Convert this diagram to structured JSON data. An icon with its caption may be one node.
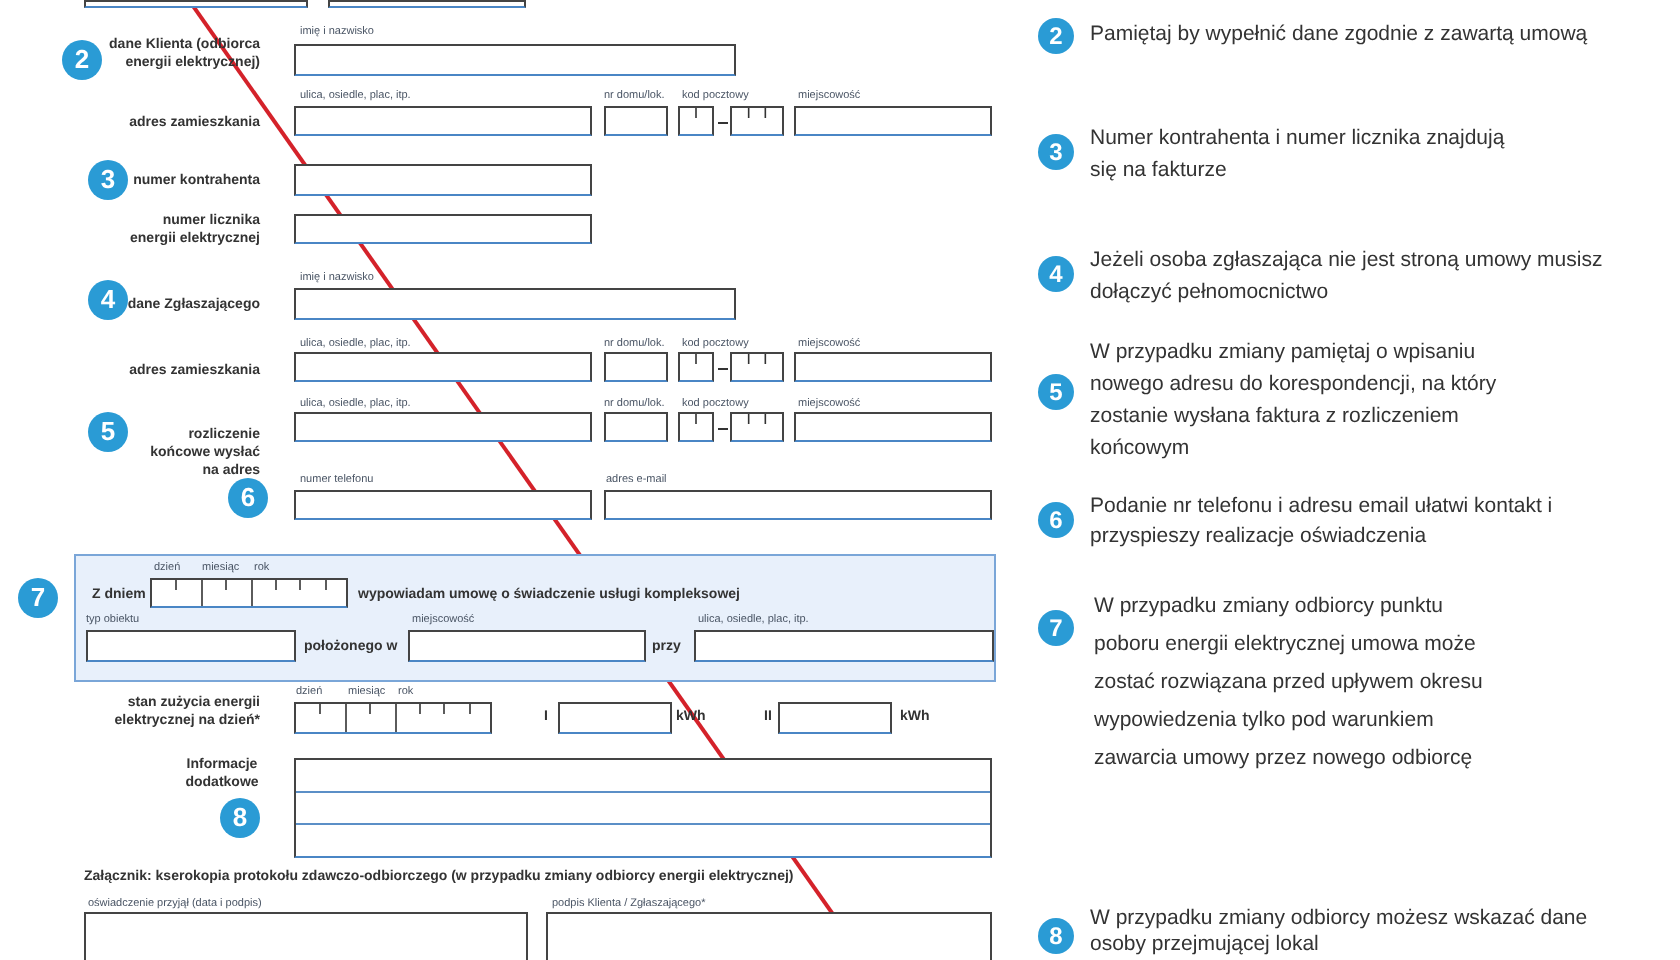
{
  "diagram": {
    "nodes": [
      {
        "text": [
          "2"
        ]
      },
      {
        "text": [
          "3"
        ]
      },
      {
        "text": [
          "4"
        ]
      },
      {
        "text": [
          "5"
        ]
      },
      {
        "text": [
          "6"
        ]
      },
      {
        "text": [
          "7"
        ]
      },
      {
        "text": [
          "dzień",
          "miesiąc",
          "rok",
          "Z dniem",
          "wypowiadam umowę o świadczenie usługi kompleksowej",
          "typ obiektu",
          "miejscowość",
          "ulica, osiedle, plac, itp.",
          "położonego w",
          "przy"
        ]
      },
      {
        "text": [
          "8"
        ]
      },
      {
        "text": [
          "2"
        ],
        "beside": [
          "Pamiętaj by wypełnić dane zgodnie z zawartą umową"
        ]
      },
      {
        "text": [
          "3"
        ],
        "beside": [
          "Numer kontrahenta i numer licznika znajdują się na fakturze"
        ]
      },
      {
        "text": [
          "4"
        ],
        "beside": [
          "Jeżeli osoba zgłaszająca nie jest stroną umowy musisz dołączyć pełnomocnictwo"
        ]
      },
      {
        "text": [
          "5"
        ],
        "beside": [
          "W przypadku zmiany pamiętaj o wpisaniu nowego adresu do korespondencji, na który zostanie wysłana faktura z rozliczeniem końcowym"
        ]
      },
      {
        "text": [
          "6"
        ],
        "beside": [
          "Podanie nr telefonu i adresu email ułatwi kontakt i przyspieszy realizacje oświadczenia"
        ]
      },
      {
        "text": [
          "7"
        ],
        "beside": [
          "W przypadku zmiany odbiorcy punktu poboru energii elektrycznej umowa może zostać rozwiązana przed upływem okresu wypowiedzenia tylko pod warunkiem zawarcia umowy przez nowego odbiorcę"
        ]
      },
      {
        "text": [
          "8"
        ],
        "beside": [
          "W przypadku zmiany odbiorcy możesz wskazać dane osoby przejmującej lokal"
        ]
      }
    ],
    "labels": [
      "imię i nazwisko",
      "dane Klienta (odbiorca energii elektrycznej)",
      "ulica, osiedle, plac, itp.",
      "nr domu/lok.",
      "kod pocztowy",
      "miejscowość",
      "adres zamieszkania",
      "numer kontrahenta",
      "numer licznika energii elektrycznej",
      "imię i nazwisko",
      "dane Zgłaszającego",
      "ulica, osiedle, plac, itp.",
      "nr domu/lok.",
      "kod pocztowy",
      "miejscowość",
      "adres zamieszkania",
      "ulica, osiedle, plac, itp.",
      "nr domu/lok.",
      "kod pocztowy",
      "miejscowość",
      "rozliczenie końcowe wysłać na adres",
      "numer telefonu",
      "adres e-mail",
      "dzień",
      "miesiąc",
      "rok",
      "stan zużycia energii elektrycznej na dzień*",
      "I",
      "kWh",
      "II",
      "kWh",
      "Informacje dodatkowe",
      "Załącznik: kserokopia protokołu zdawczo-odbiorczego (w przypadku zmiany odbiorcy energii elektrycznej)",
      "oświadczenie przyjął (data i podpis)",
      "podpis Klienta / Zgłaszającego*"
    ]
  }
}
